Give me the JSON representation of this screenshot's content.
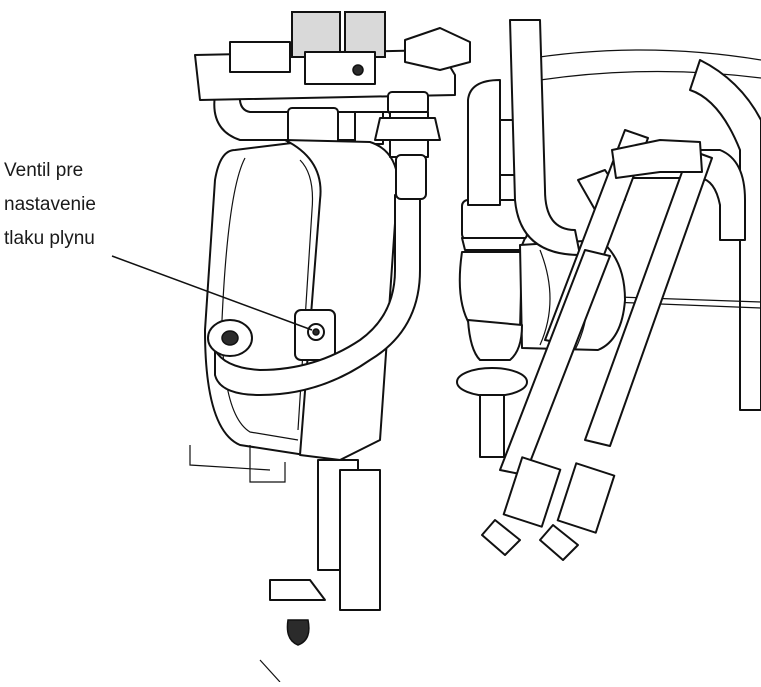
{
  "callout": {
    "lines": [
      "Ventil pre",
      "nastavenie",
      "tlaku plynu"
    ]
  },
  "colors": {
    "ink": "#111111",
    "background": "#ffffff",
    "shade": "#d9d9d9"
  }
}
